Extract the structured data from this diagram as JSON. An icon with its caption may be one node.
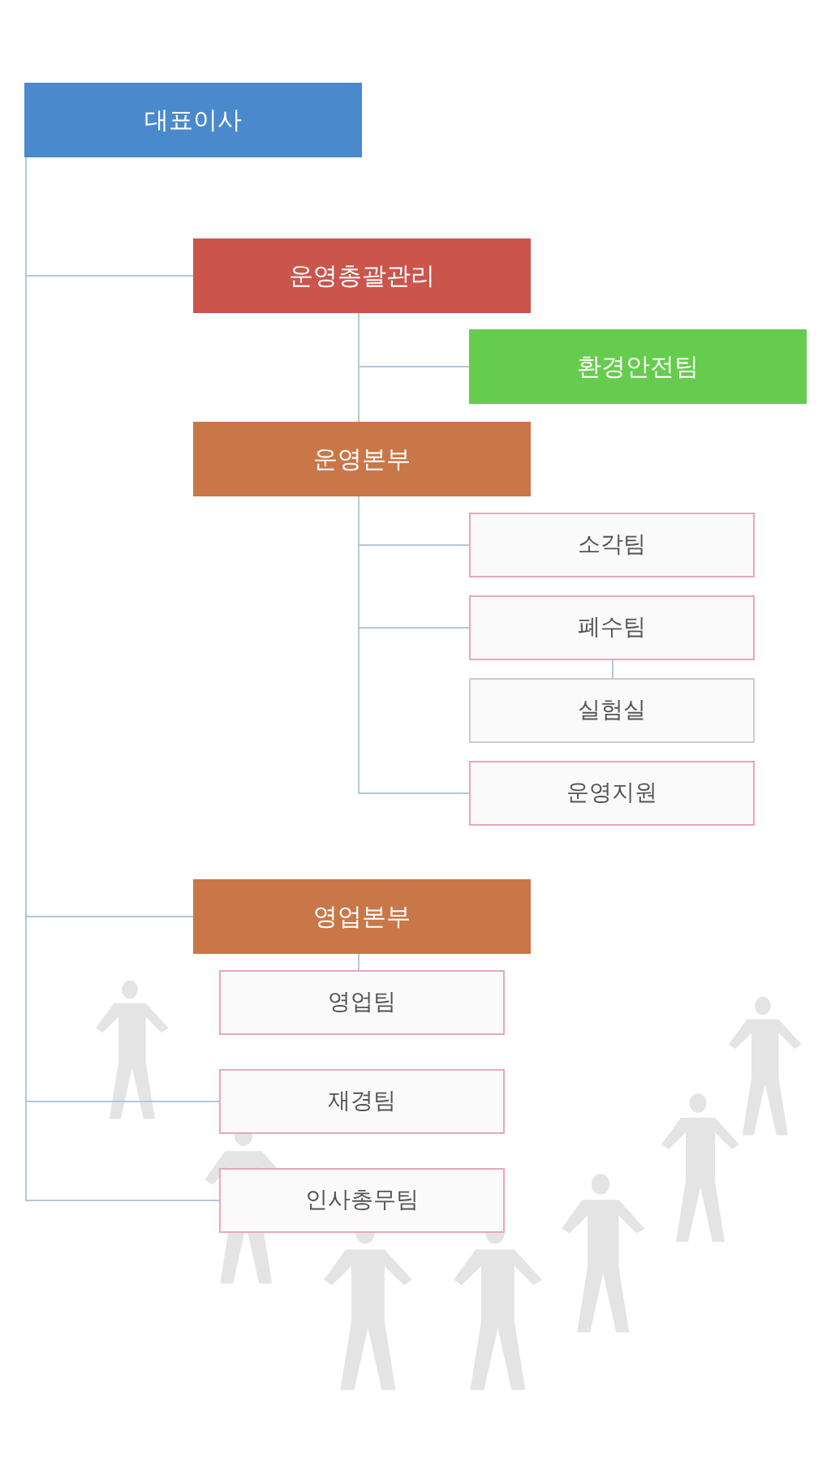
{
  "diagram": {
    "nodes": [
      {
        "text": [
          "대표이사"
        ]
      },
      {
        "text": [
          "운영총괄관리"
        ]
      },
      {
        "text": [
          "환경안전팀"
        ]
      },
      {
        "text": [
          "운영본부"
        ]
      },
      {
        "text": [
          "소각팀"
        ]
      },
      {
        "text": [
          "폐수팀"
        ]
      },
      {
        "text": [
          "실험실"
        ]
      },
      {
        "text": [
          "운영지원"
        ]
      },
      {
        "text": [
          "영업본부"
        ]
      },
      {
        "text": [
          "영업팀"
        ]
      },
      {
        "text": [
          "재경팀"
        ]
      },
      {
        "text": [
          "인사총무팀"
        ]
      }
    ],
    "edges": [
      {
        "from": 0,
        "to": 1,
        "arrow": "none"
      },
      {
        "from": 1,
        "to": 2,
        "arrow": "none"
      },
      {
        "from": 1,
        "to": 3,
        "arrow": "none"
      },
      {
        "from": 3,
        "to": 4,
        "arrow": "none"
      },
      {
        "from": 3,
        "to": 5,
        "arrow": "none"
      },
      {
        "from": 5,
        "to": 6,
        "arrow": "none"
      },
      {
        "from": 3,
        "to": 7,
        "arrow": "none"
      },
      {
        "from": 0,
        "to": 8,
        "arrow": "none"
      },
      {
        "from": 8,
        "to": 9,
        "arrow": "none"
      },
      {
        "from": 0,
        "to": 10,
        "arrow": "none"
      },
      {
        "from": 0,
        "to": 11,
        "arrow": "none"
      }
    ]
  }
}
